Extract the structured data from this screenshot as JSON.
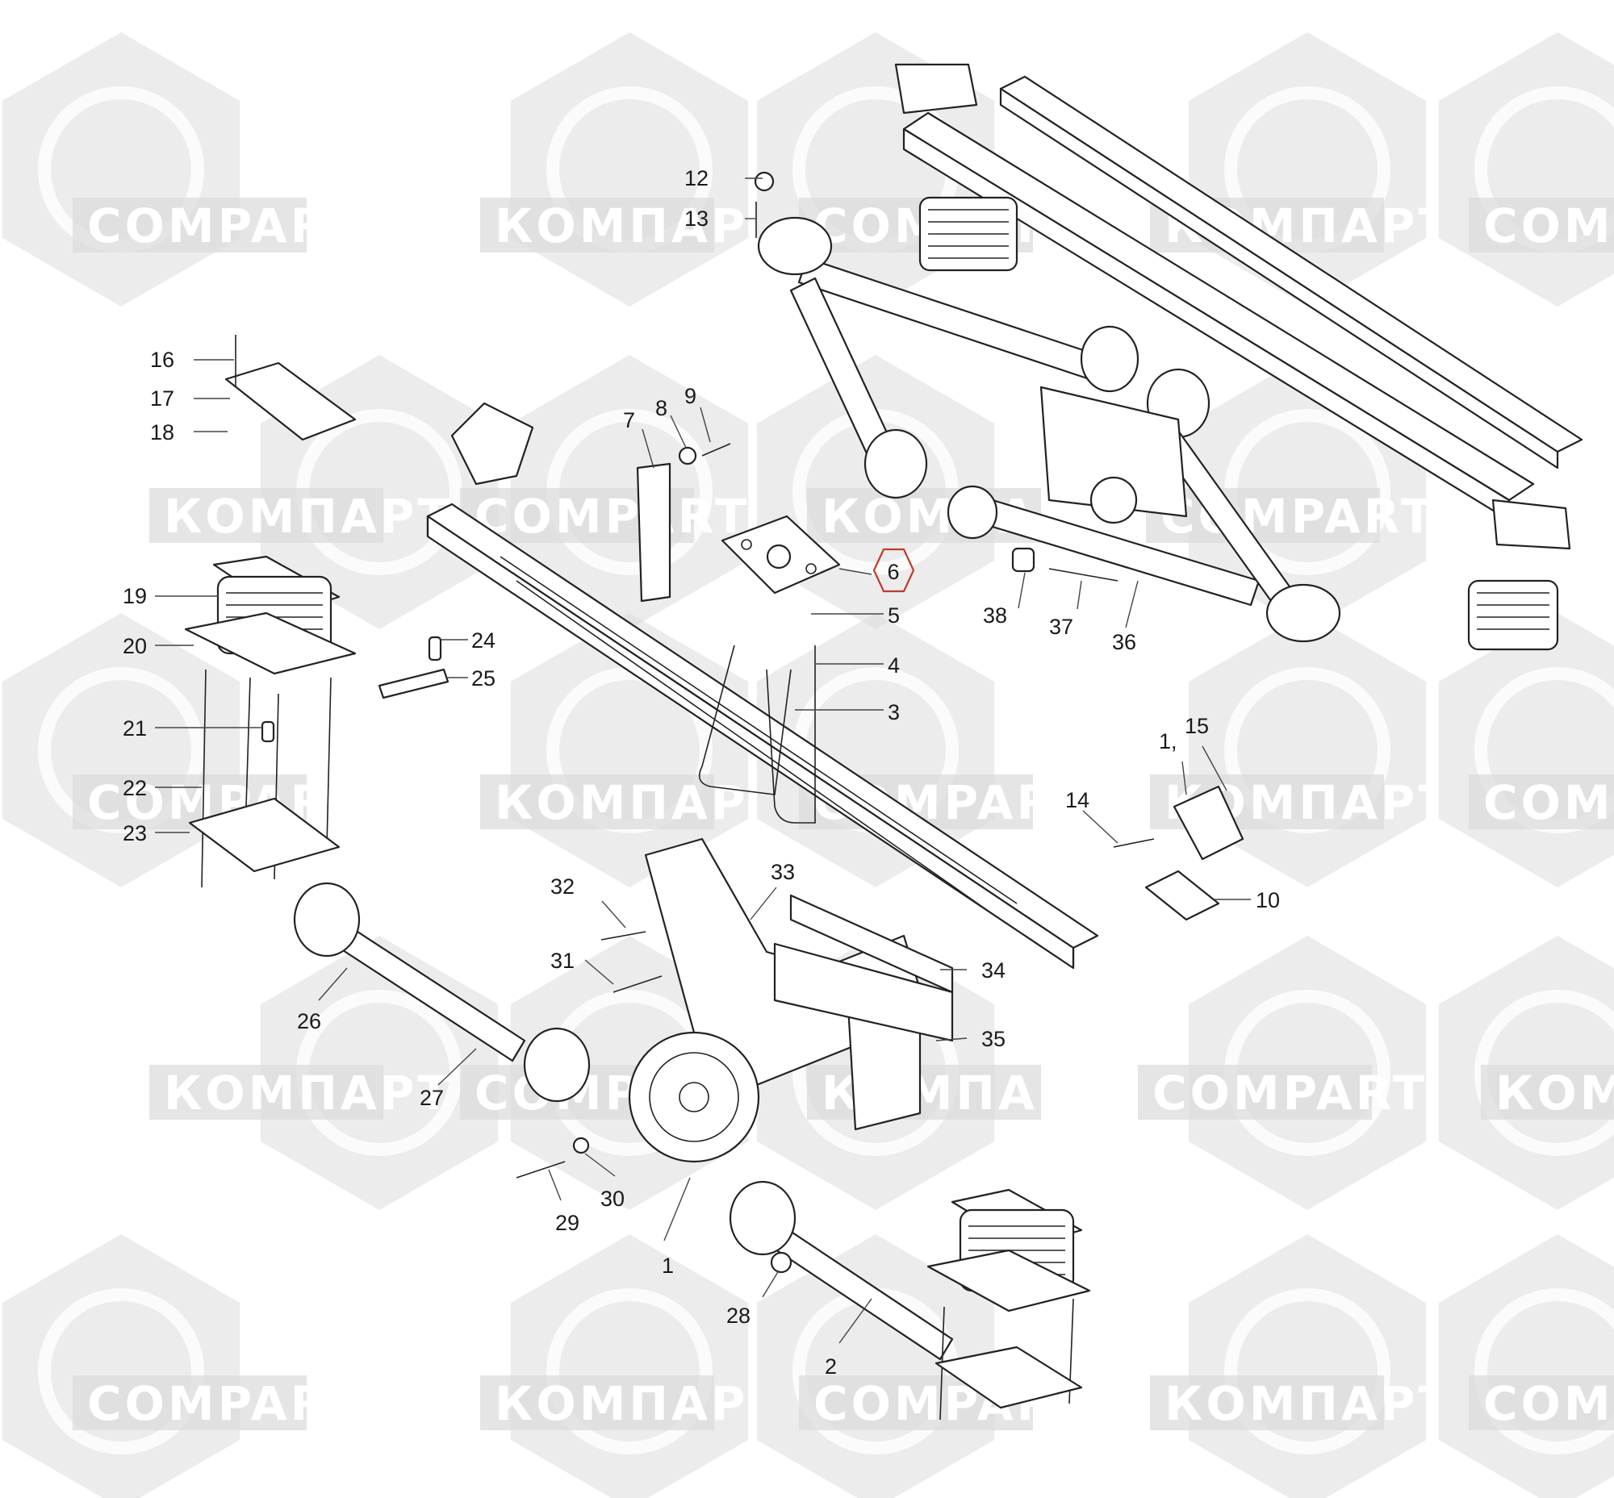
{
  "watermark": {
    "text_latin": "COMPART",
    "text_cyrillic": "КОМПАРТ",
    "color": "#dcdcdc"
  },
  "callouts": [
    {
      "id": "1",
      "label": "1"
    },
    {
      "id": "2",
      "label": "2"
    },
    {
      "id": "3",
      "label": "3"
    },
    {
      "id": "4",
      "label": "4"
    },
    {
      "id": "5",
      "label": "5"
    },
    {
      "id": "6",
      "label": "6",
      "highlighted": true
    },
    {
      "id": "7",
      "label": "7"
    },
    {
      "id": "8",
      "label": "8"
    },
    {
      "id": "9",
      "label": "9"
    },
    {
      "id": "10",
      "label": "10"
    },
    {
      "id": "11",
      "label": "1,"
    },
    {
      "id": "12",
      "label": "12"
    },
    {
      "id": "13",
      "label": "13"
    },
    {
      "id": "14",
      "label": "14"
    },
    {
      "id": "15",
      "label": "15"
    },
    {
      "id": "16",
      "label": "16"
    },
    {
      "id": "17",
      "label": "17"
    },
    {
      "id": "18",
      "label": "18"
    },
    {
      "id": "19",
      "label": "19"
    },
    {
      "id": "20",
      "label": "20"
    },
    {
      "id": "21",
      "label": "21"
    },
    {
      "id": "22",
      "label": "22"
    },
    {
      "id": "23",
      "label": "23"
    },
    {
      "id": "24",
      "label": "24"
    },
    {
      "id": "25",
      "label": "25"
    },
    {
      "id": "26",
      "label": "26"
    },
    {
      "id": "27",
      "label": "27"
    },
    {
      "id": "28",
      "label": "28"
    },
    {
      "id": "29",
      "label": "29"
    },
    {
      "id": "30",
      "label": "30"
    },
    {
      "id": "31",
      "label": "31"
    },
    {
      "id": "32",
      "label": "32"
    },
    {
      "id": "33",
      "label": "33"
    },
    {
      "id": "34",
      "label": "34"
    },
    {
      "id": "35",
      "label": "35"
    },
    {
      "id": "36",
      "label": "36"
    },
    {
      "id": "37",
      "label": "37"
    },
    {
      "id": "38",
      "label": "38"
    }
  ],
  "colors": {
    "line": "#222222",
    "highlight": "#c0392b",
    "watermark": "#dcdcdc"
  }
}
